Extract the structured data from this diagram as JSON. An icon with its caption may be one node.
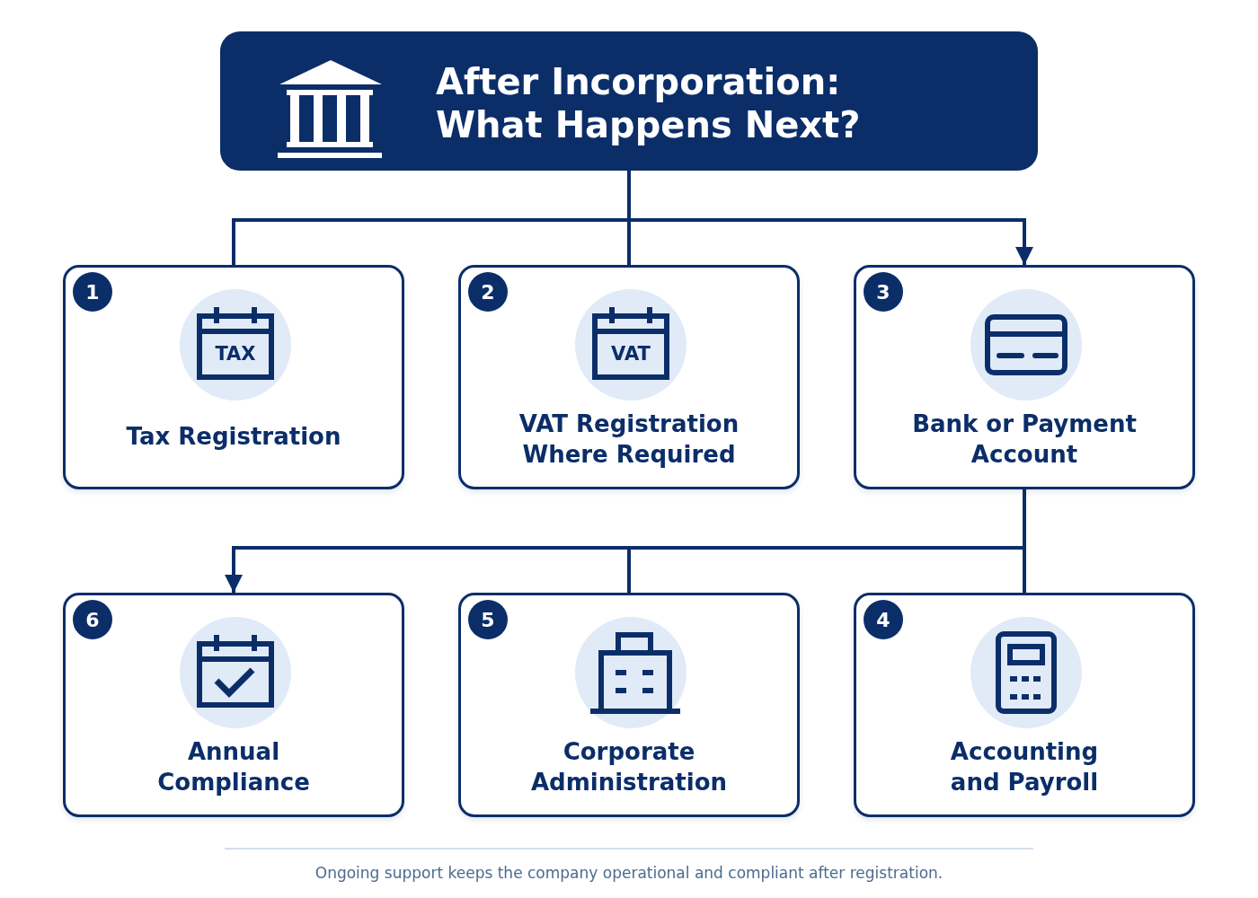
{
  "diagram": {
    "caption": "Ongoing support keeps the company operational and compliant after registration.",
    "nodes": [
      {
        "text": [
          "After Incorporation: What Happens Next?"
        ]
      },
      {
        "text": [
          "1",
          "TAX",
          "Tax Registration"
        ]
      },
      {
        "text": [
          "2",
          "VAT",
          "VAT Registration Where Required"
        ]
      },
      {
        "text": [
          "3",
          "Bank or Payment Account"
        ]
      },
      {
        "text": [
          "6",
          "Annual Compliance"
        ]
      },
      {
        "text": [
          "5",
          "Corporate Administration"
        ]
      },
      {
        "text": [
          "4",
          "Accounting and Payroll"
        ]
      }
    ],
    "edges": [
      {
        "from": 0,
        "to": 1,
        "arrow": "none"
      },
      {
        "from": 0,
        "to": 2,
        "arrow": "none"
      },
      {
        "from": 0,
        "to": 3,
        "arrow": "to"
      },
      {
        "from": 3,
        "to": 4,
        "arrow": "to"
      },
      {
        "from": 3,
        "to": 5,
        "arrow": "none"
      },
      {
        "from": 3,
        "to": 6,
        "arrow": "none"
      }
    ]
  }
}
